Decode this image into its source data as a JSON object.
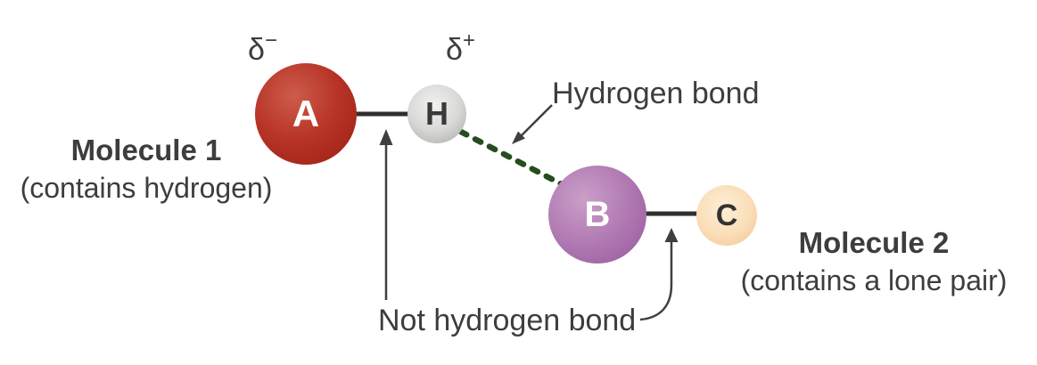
{
  "diagram": {
    "title_none": "",
    "molecule1": {
      "title": "Molecule 1",
      "subtitle": "(contains hydrogen)"
    },
    "molecule2": {
      "title": "Molecule 2",
      "subtitle": "(contains a lone pair)"
    },
    "atoms": {
      "a": {
        "label": "A",
        "color": "#b73326",
        "partial_charge": "delta-minus"
      },
      "h": {
        "label": "H",
        "color": "#d9d9d7",
        "partial_charge": "delta-plus"
      },
      "b": {
        "label": "B",
        "color": "#b078b2"
      },
      "c": {
        "label": "C",
        "color": "#fadfba"
      }
    },
    "charges": {
      "delta": "δ",
      "minus": "−",
      "plus": "+"
    },
    "annotations": {
      "hydrogen_bond": "Hydrogen bond",
      "not_hydrogen_bond": "Not hydrogen bond"
    },
    "colors": {
      "background": "#ffffff",
      "text": "#3d3d3d",
      "covalent_bond": "#2f2f2f",
      "hydrogen_bond_dash": "#264d1e",
      "arrow": "#3f3f3f"
    }
  }
}
